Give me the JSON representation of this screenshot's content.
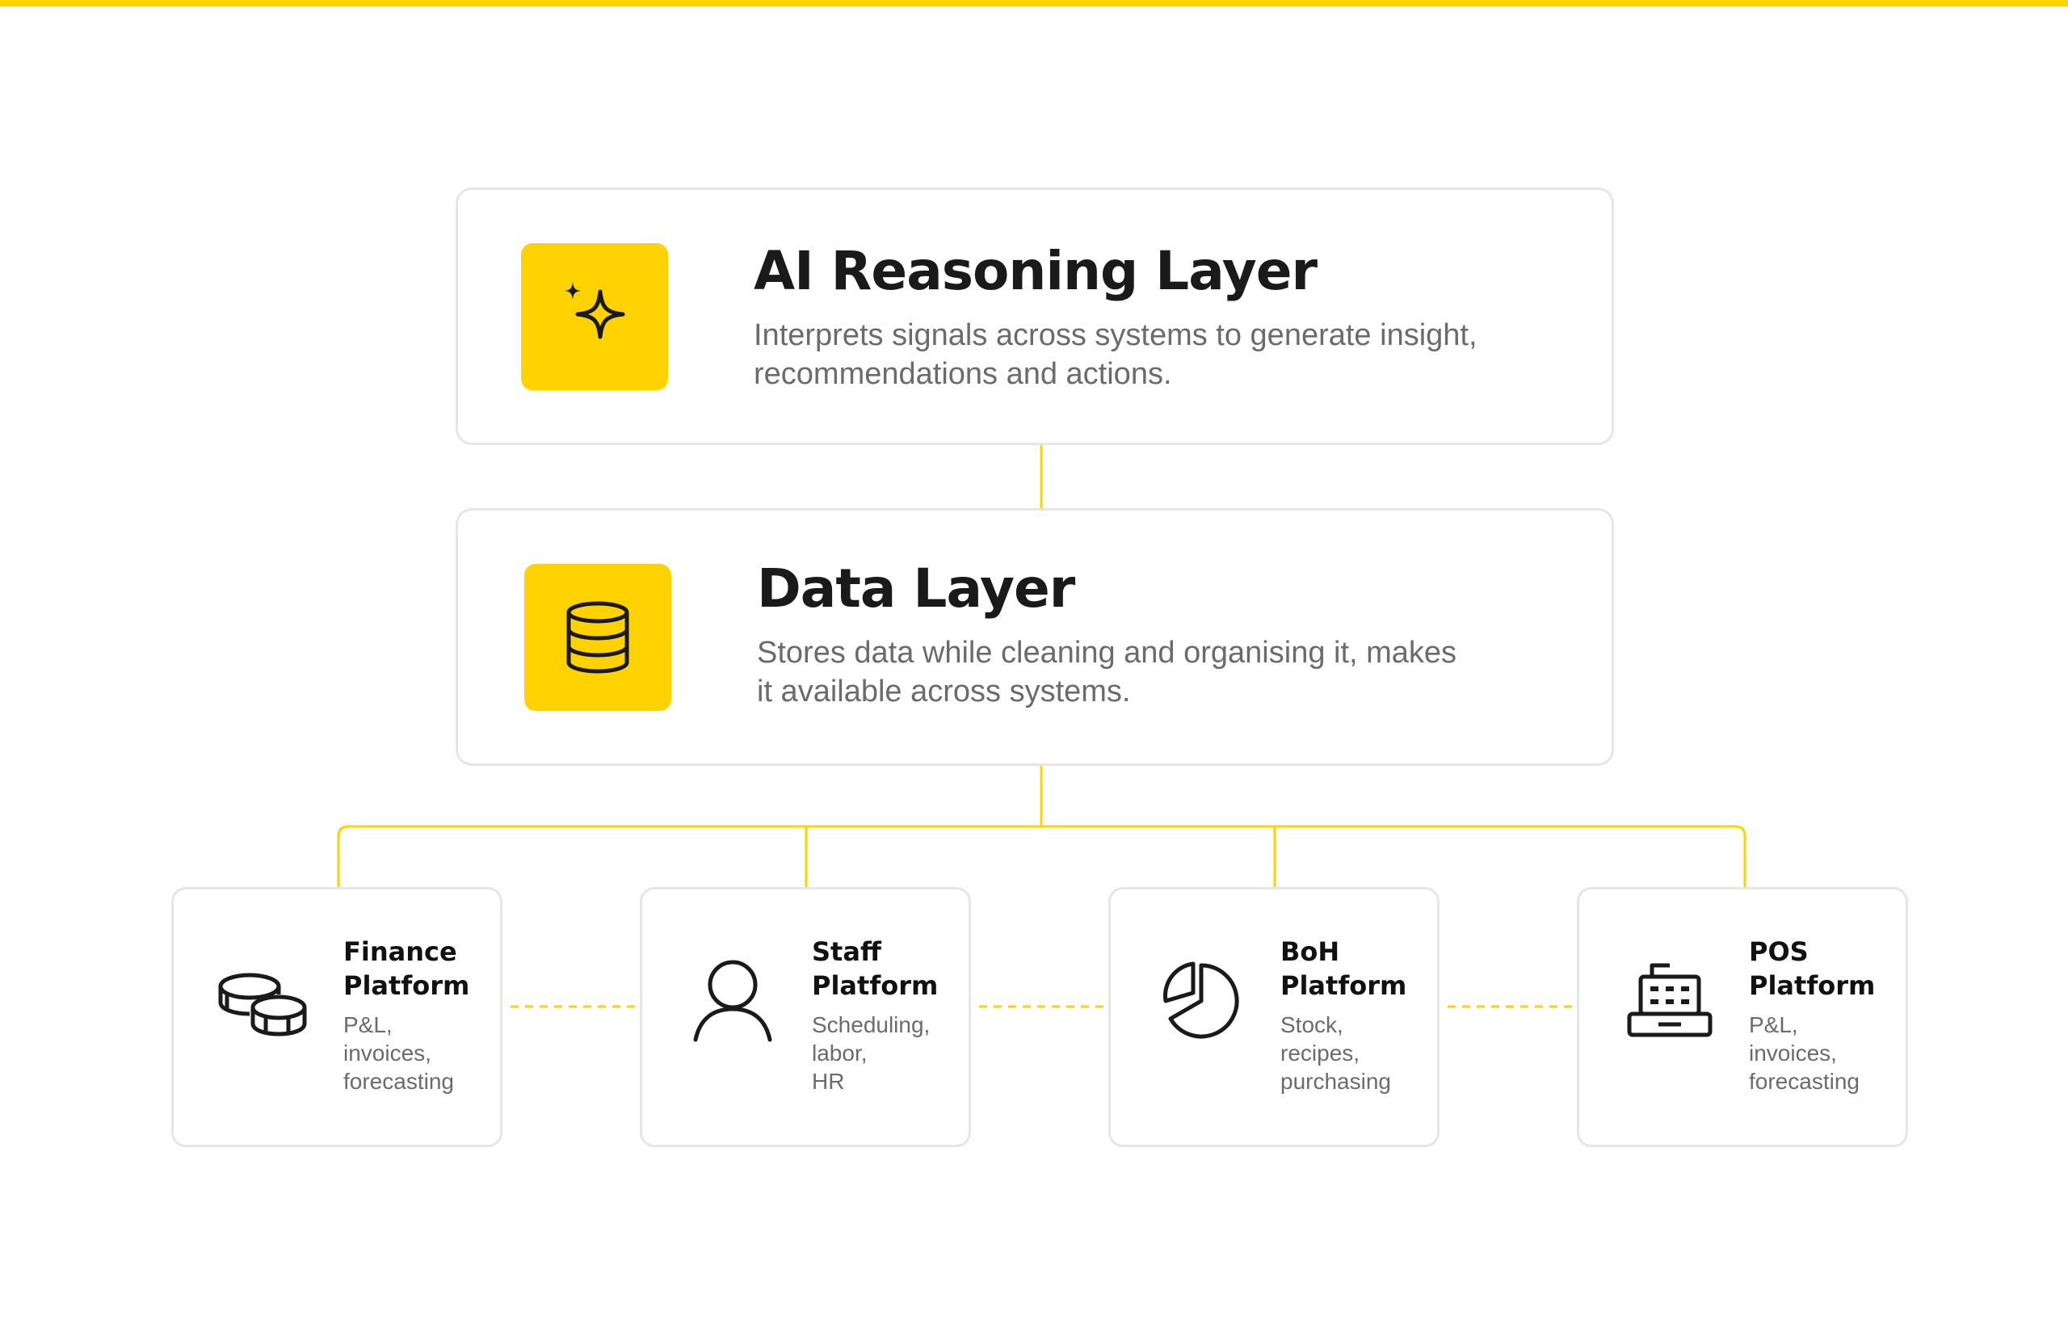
{
  "accent_color": "#FFD200",
  "border_color": "#e6e6e6",
  "layers": [
    {
      "title": "AI Reasoning Layer",
      "description": "Interprets signals across systems to generate insight, recommendations and actions.",
      "icon": "sparkle-icon"
    },
    {
      "title": "Data Layer",
      "description": "Stores data while cleaning and organising it, makes it available across systems.",
      "icon": "database-icon"
    }
  ],
  "platforms": [
    {
      "title": "Finance Platform",
      "lines": [
        "P&L,",
        "invoices,",
        "forecasting"
      ],
      "icon": "coins-icon"
    },
    {
      "title": "Staff Platform",
      "lines": [
        "Scheduling,",
        "labor,",
        "HR"
      ],
      "icon": "user-icon"
    },
    {
      "title": "BoH Platform",
      "lines": [
        "Stock,",
        "recipes,",
        "purchasing"
      ],
      "icon": "pie-chart-icon"
    },
    {
      "title": "POS Platform",
      "lines": [
        "P&L,",
        "invoices,",
        "forecasting"
      ],
      "icon": "cash-register-icon"
    }
  ]
}
